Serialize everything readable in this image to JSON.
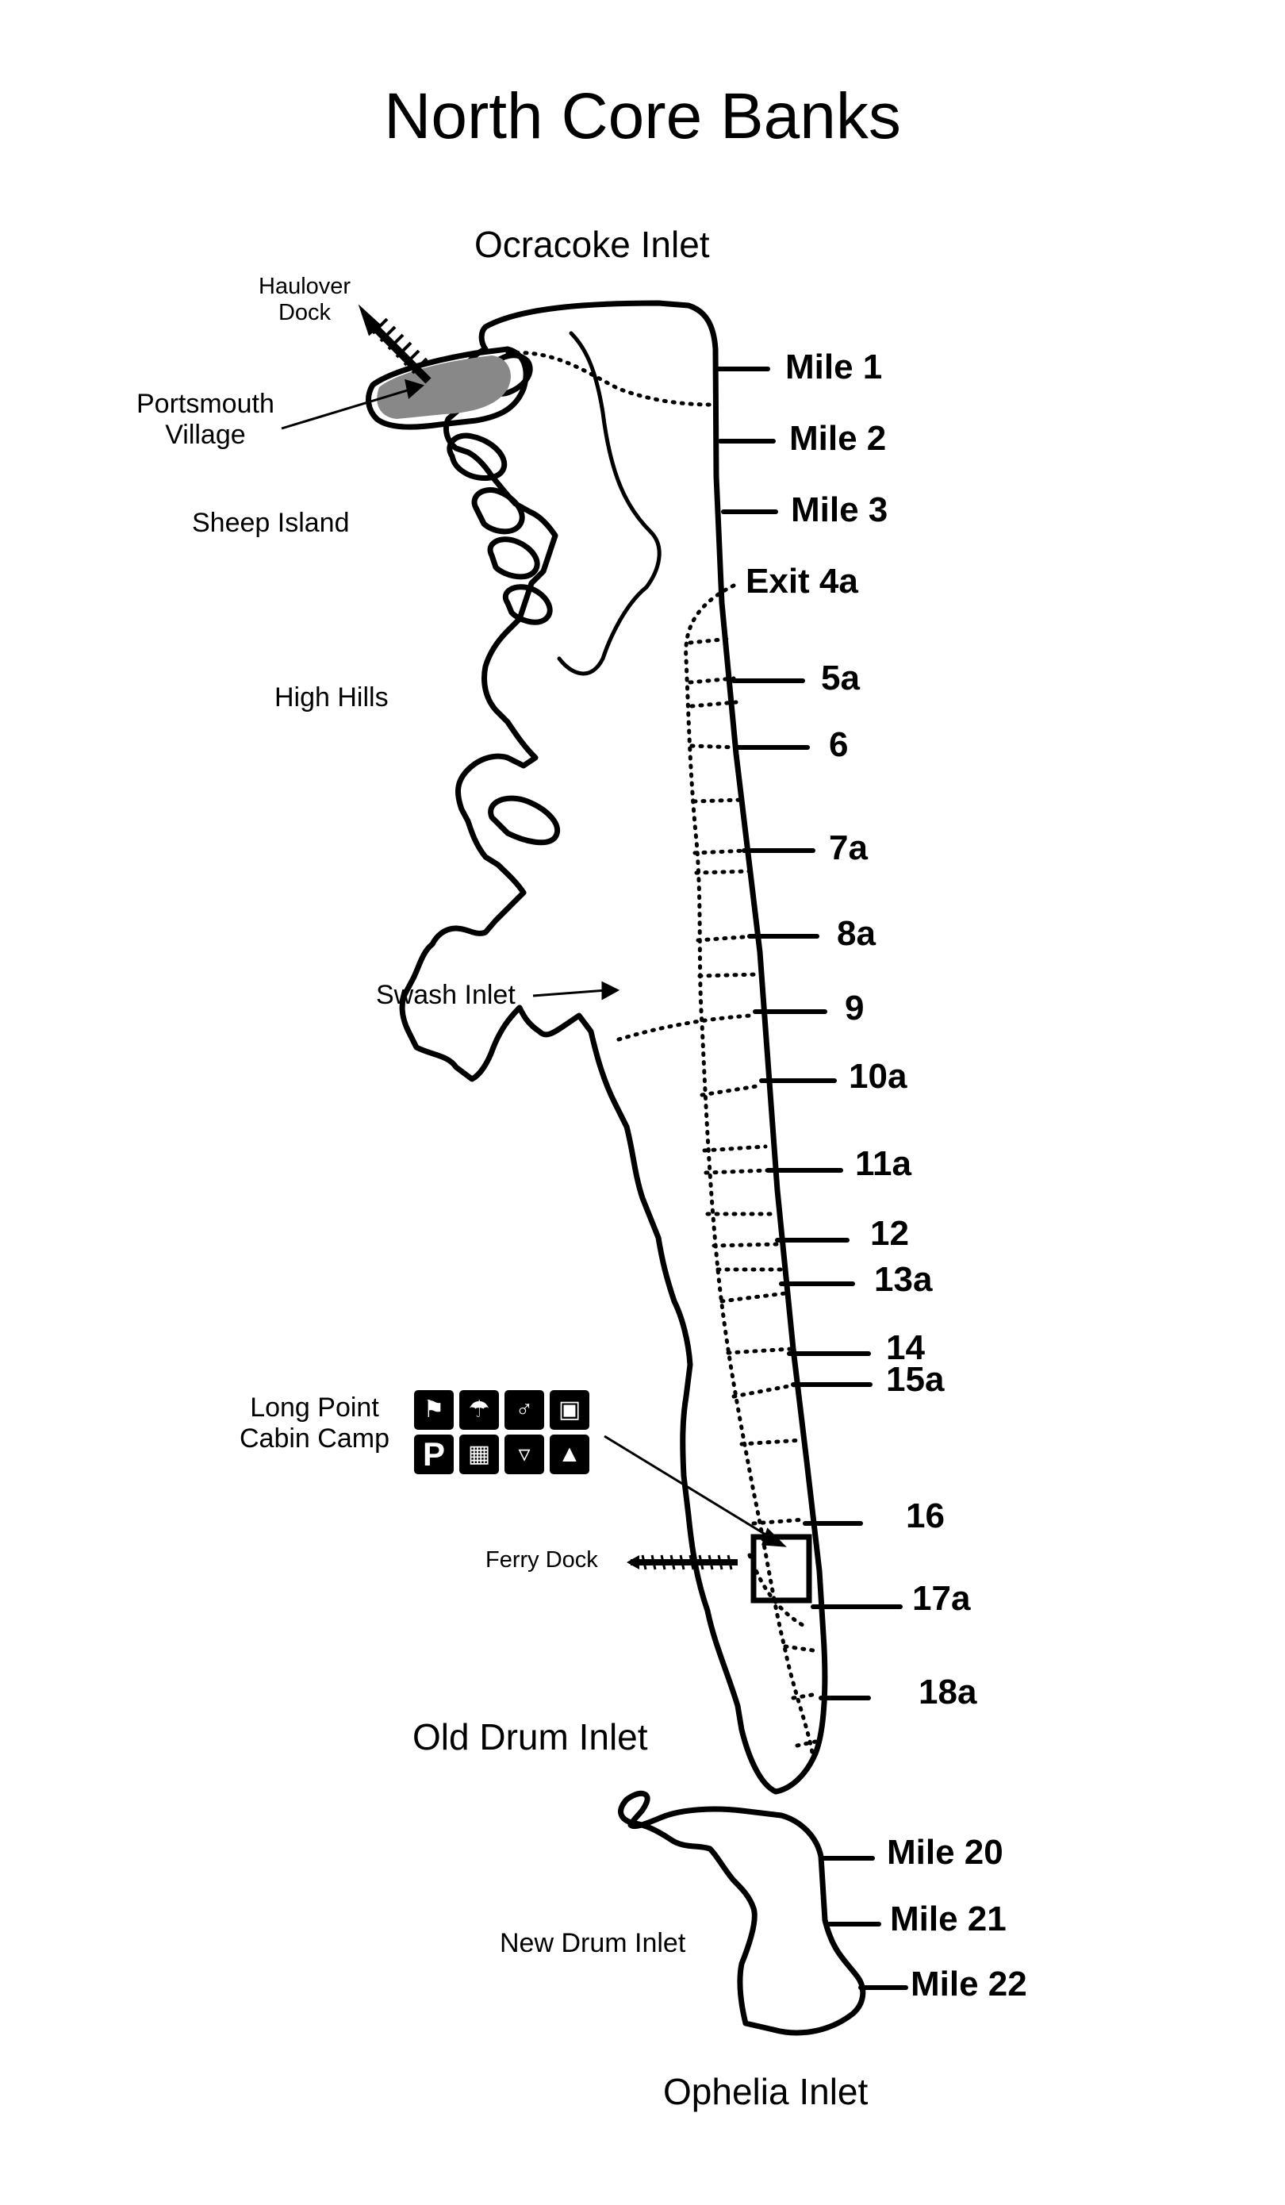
{
  "title": "North Core Banks",
  "water": {
    "north": "Ocracoke Inlet",
    "old_drum": "Old Drum Inlet",
    "new_drum": "New Drum Inlet",
    "south": "Ophelia Inlet",
    "swash": "Swash Inlet"
  },
  "places": {
    "haulover": "Haulover\nDock",
    "portsmouth": "Portsmouth\nVillage",
    "sheep_island": "Sheep Island",
    "high_hills": "High Hills",
    "long_point": "Long Point\nCabin Camp",
    "ferry_dock": "Ferry Dock"
  },
  "miles": {
    "m1": "Mile 1",
    "m2": "Mile 2",
    "m3": "Mile 3",
    "e4a": "Exit 4a",
    "m5a": "5a",
    "m6": "6",
    "m7a": "7a",
    "m8a": "8a",
    "m9": "9",
    "m10a": "10a",
    "m11a": "11a",
    "m12": "12",
    "m13a": "13a",
    "m14": "14",
    "m15a": "15a",
    "m16": "16",
    "m17a": "17a",
    "m18a": "18a",
    "m20": "Mile 20",
    "m21": "Mile 21",
    "m22": "Mile 22"
  },
  "amenity_icons": [
    "ranger-station-icon",
    "rinse-shower-icon",
    "restroom-icon",
    "lodging-icon",
    "parking-icon",
    "store-icon",
    "drinking-water-icon",
    "picnic-shelter-icon"
  ],
  "colors": {
    "village_fill": "#888888",
    "ink": "#000000"
  }
}
